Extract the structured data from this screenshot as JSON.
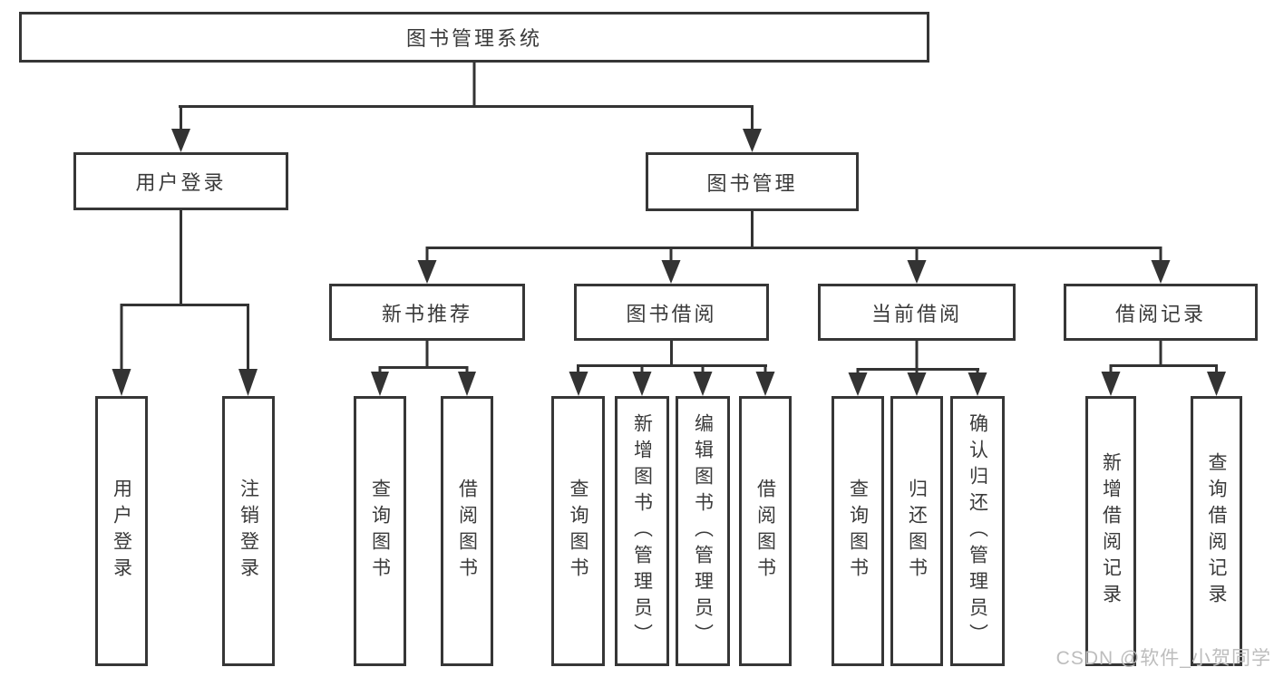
{
  "diagram": {
    "background": "#ffffff",
    "line_color": "#333333",
    "text_color": "#3a3a3a",
    "watermark": {
      "text": "CSDN @软件_小贺同学",
      "color": "#bdbdbd"
    },
    "tree": {
      "root": {
        "label": "图书管理系统",
        "children": [
          {
            "label": "用户登录",
            "children": [
              {
                "label": "用户登录"
              },
              {
                "label": "注销登录"
              }
            ]
          },
          {
            "label": "图书管理",
            "children": [
              {
                "label": "新书推荐",
                "children": [
                  {
                    "label": "查询图书"
                  },
                  {
                    "label": "借阅图书"
                  }
                ]
              },
              {
                "label": "图书借阅",
                "children": [
                  {
                    "label": "查询图书"
                  },
                  {
                    "label": "新增图书（管理员）"
                  },
                  {
                    "label": "编辑图书（管理员）"
                  },
                  {
                    "label": "借阅图书"
                  }
                ]
              },
              {
                "label": "当前借阅",
                "children": [
                  {
                    "label": "查询图书"
                  },
                  {
                    "label": "归还图书"
                  },
                  {
                    "label": "确认归还（管理员）"
                  }
                ]
              },
              {
                "label": "借阅记录",
                "children": [
                  {
                    "label": "新增借阅记录"
                  },
                  {
                    "label": "查询借阅记录"
                  }
                ]
              }
            ]
          }
        ]
      }
    }
  }
}
